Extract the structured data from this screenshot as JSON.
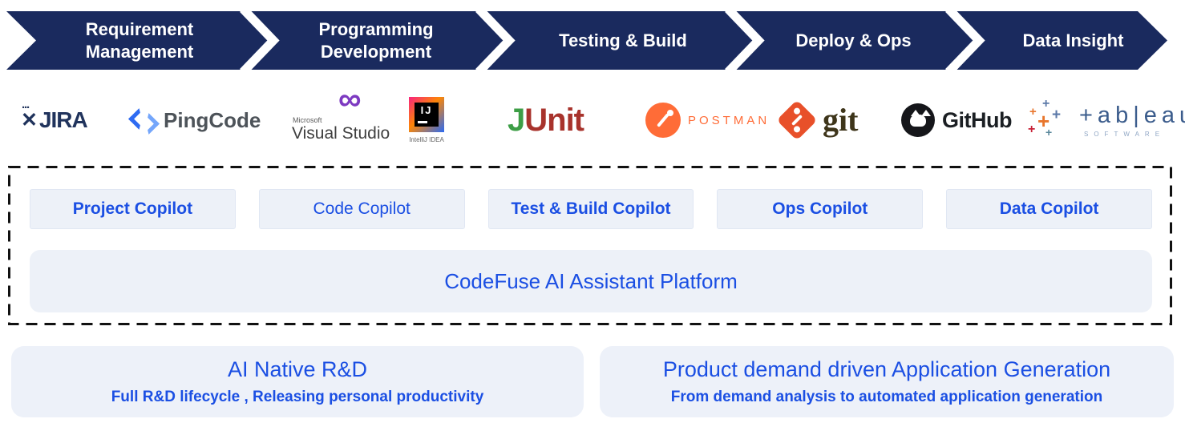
{
  "colors": {
    "band_navy": "#1a2a5e",
    "accent_blue": "#1b4fe3",
    "panel_bg": "#edf1f8",
    "dashed_border": "#111111",
    "postman_orange": "#ff6c37",
    "git_orange": "#e8502a",
    "junit_green": "#3d9e46",
    "junit_red": "#a8332c"
  },
  "pipeline": {
    "stages": [
      {
        "label": "Requirement\nManagement"
      },
      {
        "label": "Programming\nDevelopment"
      },
      {
        "label": "Testing & Build"
      },
      {
        "label": "Deploy & Ops"
      },
      {
        "label": "Data Insight"
      }
    ]
  },
  "tools": [
    {
      "name": "jira",
      "label": "JIRA"
    },
    {
      "name": "pingcode",
      "label": "PingCode"
    },
    {
      "name": "visual-studio",
      "label_top": "Microsoft",
      "label": "Visual Studio",
      "infinity": "∞"
    },
    {
      "name": "intellij-idea",
      "label": "IJ",
      "caption": "IntelliJ IDEA"
    },
    {
      "name": "junit",
      "label_j": "J",
      "label_unit": "Unit"
    },
    {
      "name": "postman",
      "label": "POSTMAN"
    },
    {
      "name": "git",
      "label": "git"
    },
    {
      "name": "github",
      "label": "GitHub"
    },
    {
      "name": "tableau",
      "label": "+ab|eau",
      "caption": "SOFTWARE"
    }
  ],
  "copilot_layer": {
    "buttons": [
      {
        "label": "Project Copilot"
      },
      {
        "label": "Code Copilot"
      },
      {
        "label": "Test & Build Copilot"
      },
      {
        "label": "Ops Copilot"
      },
      {
        "label": "Data Copilot"
      }
    ],
    "platform_label": "CodeFuse AI Assistant Platform"
  },
  "benefits": [
    {
      "title": "AI Native R&D",
      "subtitle": "Full R&D lifecycle , Releasing personal productivity"
    },
    {
      "title": "Product demand driven Application Generation",
      "subtitle": "From demand analysis to automated application generation"
    }
  ]
}
